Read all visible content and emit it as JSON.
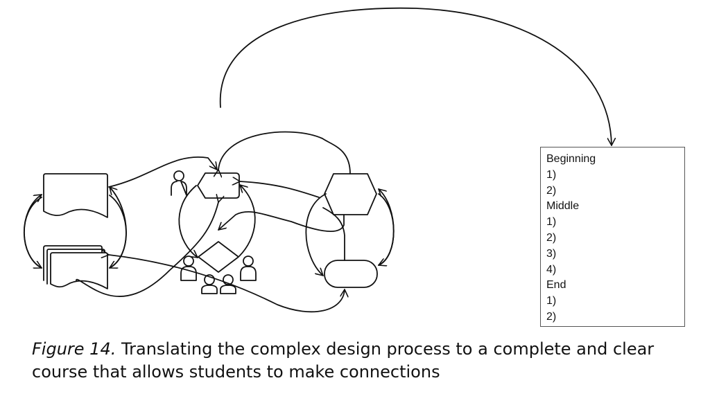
{
  "outline_box": {
    "lines": [
      "Beginning",
      "1)",
      "2)",
      "Middle",
      "1)",
      "2)",
      "3)",
      "4)",
      "End",
      "1)",
      "2)"
    ]
  },
  "caption": {
    "label": "Figure 14.",
    "text": " Translating the complex design process to a complete and clear course that allows students to make connections"
  }
}
